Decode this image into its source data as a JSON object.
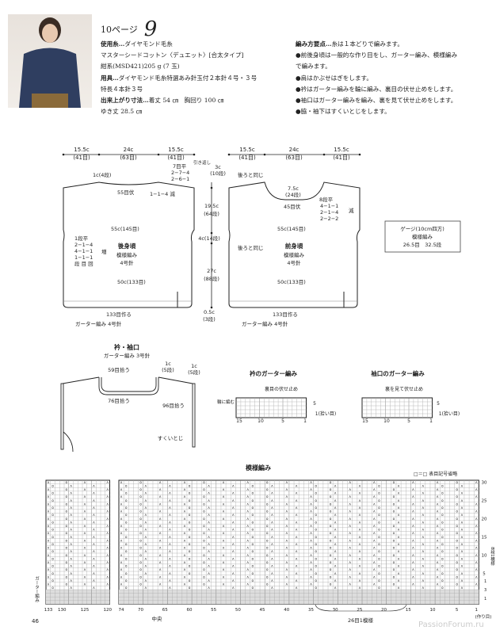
{
  "header": {
    "page_ref": "10ページ",
    "pattern_no": "9"
  },
  "materials": {
    "yarn_label": "使用糸…",
    "yarn": "ダイヤモンド毛糸",
    "yarn_name": "マスターシードコットン〈デュエット〉[合太タイプ]",
    "color": "紺系(MSD421)205 g (7 玉)",
    "tools_label": "用具…",
    "tools": "ダイヤモンド毛糸特選あみ針玉付２本針４号・３号",
    "tools2": "特長４本針３号",
    "size_label": "出来上がり寸法…",
    "size": "着丈 54 ㎝　胸回り 100 ㎝",
    "size2": "ゆき丈 28.5 ㎝"
  },
  "instructions": {
    "label": "編み方要点…",
    "intro": "糸は１本どりで編みます。",
    "steps": [
      "●前後身頃は一般的な作り目をし、ガーター編み、模様編み",
      "で編みます。",
      "●肩はかぶせはぎをします。",
      "●衿はガーター編みを輪に編み、裏目の伏せ止めをします。",
      "●袖口はガーター編みを編み、裏を見て伏せ止めをします。",
      "●脇・袖下はすくいとじをします。"
    ]
  },
  "back": {
    "w_side": "15.5c",
    "w_side_st": "(41目)",
    "w_mid": "24c",
    "w_mid_st": "(63目)",
    "neck_depth": "1c(4段)",
    "neck_bind": "55目伏",
    "neck_dec": "1−1−4 減",
    "shoulder": [
      "7目平",
      "2−7−4",
      "2−6−1"
    ],
    "short_rows": "引き返し",
    "chest": "55c(145目)",
    "inc": [
      "1段平",
      "2−1−4",
      "4−1−1",
      "1−1−1",
      "段 目 回"
    ],
    "inc_label": "増",
    "name": "後身頃",
    "stitch": "模様編み",
    "needle": "4号針",
    "hem": "50c(133目)",
    "cast_on": "133目作る",
    "garter": "ガーター編み 4号針"
  },
  "heights": {
    "h1": "3c",
    "h1r": "(10段)",
    "h2": "19.5c",
    "h2r": "(64段)",
    "h3": "4c(14段)",
    "h4": "27c",
    "h4r": "(88段)",
    "h5": "0.5c",
    "h5r": "(3段)"
  },
  "front": {
    "same_as_back": "後ろと同じ",
    "neck": "7.5c",
    "neck_r": "(24段)",
    "neck_bind": "45目伏",
    "dec": [
      "8段平",
      "4−1−1",
      "2−1−4",
      "2−2−2"
    ],
    "dec_label": "減",
    "chest": "55c(145目)",
    "name": "前身頃",
    "stitch": "模様編み",
    "needle": "4号針",
    "hem": "50c(133目)",
    "cast_on": "133目作る",
    "garter": "ガーター編み 4号針"
  },
  "gauge": {
    "title": "ゲージ(10cm四方)",
    "stitch": "模様編み",
    "value": "26.5目　32.5段"
  },
  "collar": {
    "title": "衿・袖口",
    "sub": "ガーター編み 3号針",
    "pick1": "59目拾う",
    "pick2": "76目拾う",
    "pick3": "96目拾う",
    "h": "1c",
    "hr": "(5段)",
    "h2": "1c",
    "h2r": "(5段)",
    "seam": "すくいとじ"
  },
  "garter_collar": {
    "title": "衿のガーター編み",
    "note": "裏目の伏せ止め",
    "side": "輪に編む",
    "row5": "5",
    "row1": "1(拾い目)",
    "cols": [
      "15",
      "10",
      "5",
      "1"
    ]
  },
  "garter_cuff": {
    "title": "袖口のガーター編み",
    "note": "裏を見て伏せ止め",
    "row5": "5",
    "row1": "1(拾い目)",
    "cols": [
      "15",
      "10",
      "5",
      "1"
    ]
  },
  "pattern": {
    "title": "模様編み",
    "legend": "□＝□ 表目記号省略",
    "left_cols": [
      "133",
      "130",
      "125",
      "120"
    ],
    "right_cols": [
      "74",
      "70",
      "65",
      "60",
      "55",
      "50",
      "45",
      "40",
      "35",
      "30",
      "25",
      "20",
      "15",
      "10",
      "5",
      "1"
    ],
    "rows": [
      "30",
      "25",
      "20",
      "15",
      "10",
      "5"
    ],
    "center": "中央",
    "repeat": "26目1模様",
    "row_repeat": "8段1模様",
    "start": "(作り目)",
    "garter": "ガーター編み",
    "garter_rows": [
      "1",
      "3",
      "1"
    ]
  },
  "footer": {
    "page": "46",
    "watermark": "PassionForum.ru"
  }
}
